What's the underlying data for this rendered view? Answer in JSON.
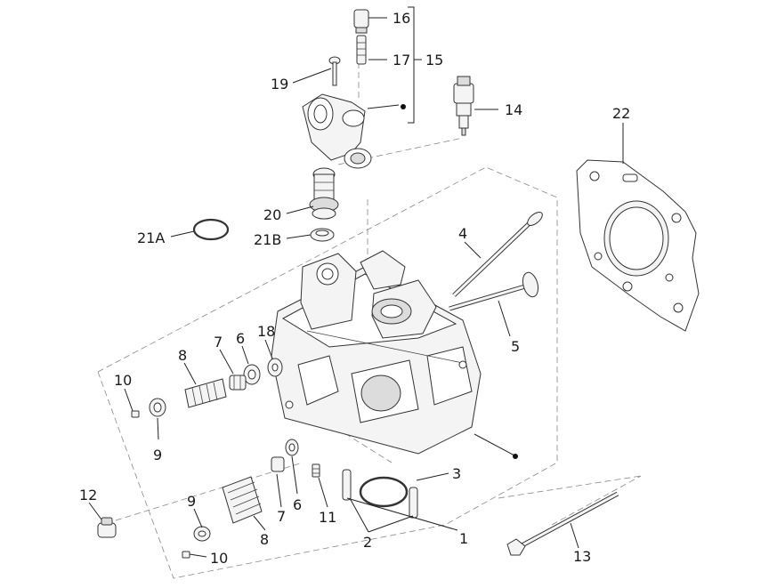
{
  "diagram": {
    "labels": {
      "p1": "1",
      "p2": "2",
      "p3": "3",
      "p4": "4",
      "p5": "5",
      "p6a": "6",
      "p6b": "6",
      "p7a": "7",
      "p7b": "7",
      "p8a": "8",
      "p8b": "8",
      "p9a": "9",
      "p9b": "9",
      "p10a": "10",
      "p10b": "10",
      "p11": "11",
      "p12": "12",
      "p13": "13",
      "p14": "14",
      "p15": "15",
      "p16": "16",
      "p17": "17",
      "p18": "18",
      "p19": "19",
      "p20": "20",
      "p21a": "21A",
      "p21b": "21B",
      "p22": "22"
    }
  }
}
